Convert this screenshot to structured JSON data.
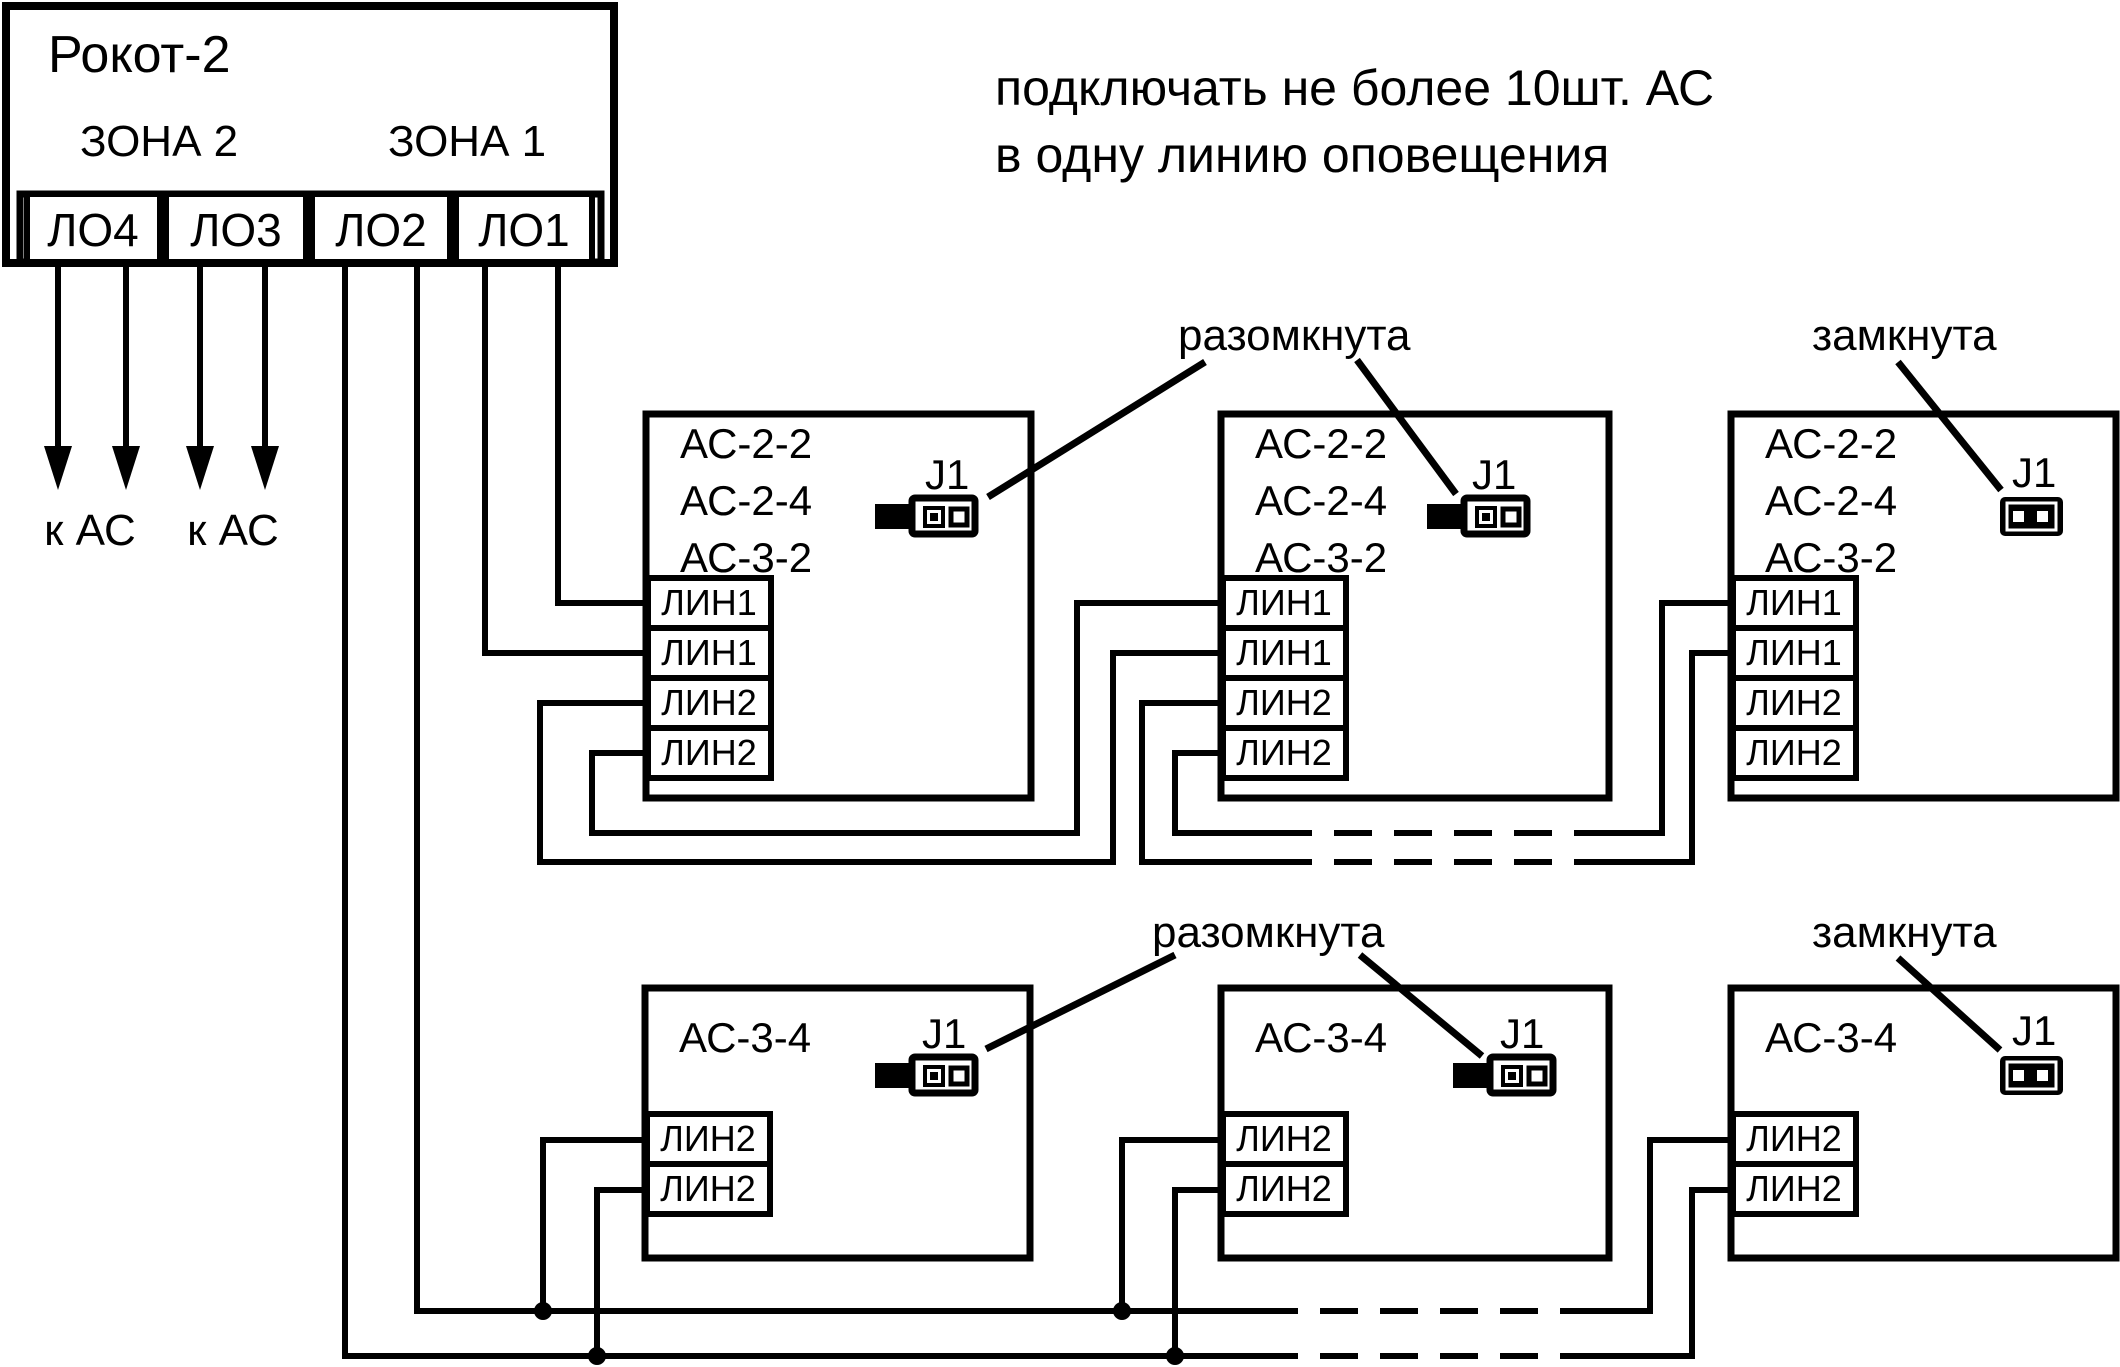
{
  "note": {
    "line1": "подключать не более 10шт. АС",
    "line2": "в одну линию оповещения"
  },
  "panel": {
    "title": "Рокот-2",
    "zones": [
      "ЗОНА 2",
      "ЗОНА 1"
    ],
    "outputs": [
      "ЛО4",
      "ЛО3",
      "ЛО2",
      "ЛО1"
    ],
    "speaker_arrow_labels": [
      "к АС",
      "к АС"
    ]
  },
  "jumper_annotations": {
    "top_open": "разомкнута",
    "top_closed": "замкнута",
    "bottom_open": "разомкнута",
    "bottom_closed": "замкнута"
  },
  "units": [
    {
      "models": [
        "АС-2-2",
        "АС-2-4",
        "АС-3-2"
      ],
      "jumper": "J1",
      "jumper_state": "open",
      "terminals": [
        "ЛИН1",
        "ЛИН1",
        "ЛИН2",
        "ЛИН2"
      ]
    },
    {
      "models": [
        "АС-2-2",
        "АС-2-4",
        "АС-3-2"
      ],
      "jumper": "J1",
      "jumper_state": "open",
      "terminals": [
        "ЛИН1",
        "ЛИН1",
        "ЛИН2",
        "ЛИН2"
      ]
    },
    {
      "models": [
        "АС-2-2",
        "АС-2-4",
        "АС-3-2"
      ],
      "jumper": "J1",
      "jumper_state": "closed",
      "terminals": [
        "ЛИН1",
        "ЛИН1",
        "ЛИН2",
        "ЛИН2"
      ]
    },
    {
      "models": [
        "АС-3-4"
      ],
      "jumper": "J1",
      "jumper_state": "open",
      "terminals": [
        "ЛИН2",
        "ЛИН2"
      ]
    },
    {
      "models": [
        "АС-3-4"
      ],
      "jumper": "J1",
      "jumper_state": "open",
      "terminals": [
        "ЛИН2",
        "ЛИН2"
      ]
    },
    {
      "models": [
        "АС-3-4"
      ],
      "jumper": "J1",
      "jumper_state": "closed",
      "terminals": [
        "ЛИН2",
        "ЛИН2"
      ]
    }
  ],
  "colors": {
    "line": "#000000",
    "background": "#ffffff"
  }
}
